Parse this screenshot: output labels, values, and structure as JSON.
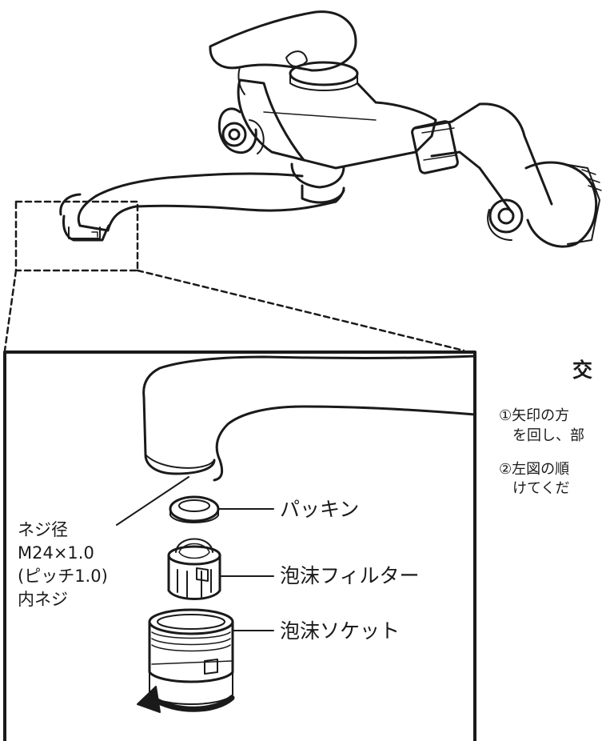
{
  "labels": {
    "packing": "パッキン",
    "filter": "泡沫フィルター",
    "socket": "泡沫ソケット"
  },
  "spec": {
    "line1": "ネジ径",
    "line2": "M24×1.0",
    "line3": "(ピッチ1.0)",
    "line4": "内ネジ"
  },
  "panel": {
    "heading": "交",
    "step1_line1": "①矢印の方",
    "step1_line2": "を回し、部",
    "step2_line1": "②左図の順",
    "step2_line2": "けてくだ"
  },
  "colors": {
    "ink": "#1a1a1a",
    "background": "#ffffff"
  }
}
